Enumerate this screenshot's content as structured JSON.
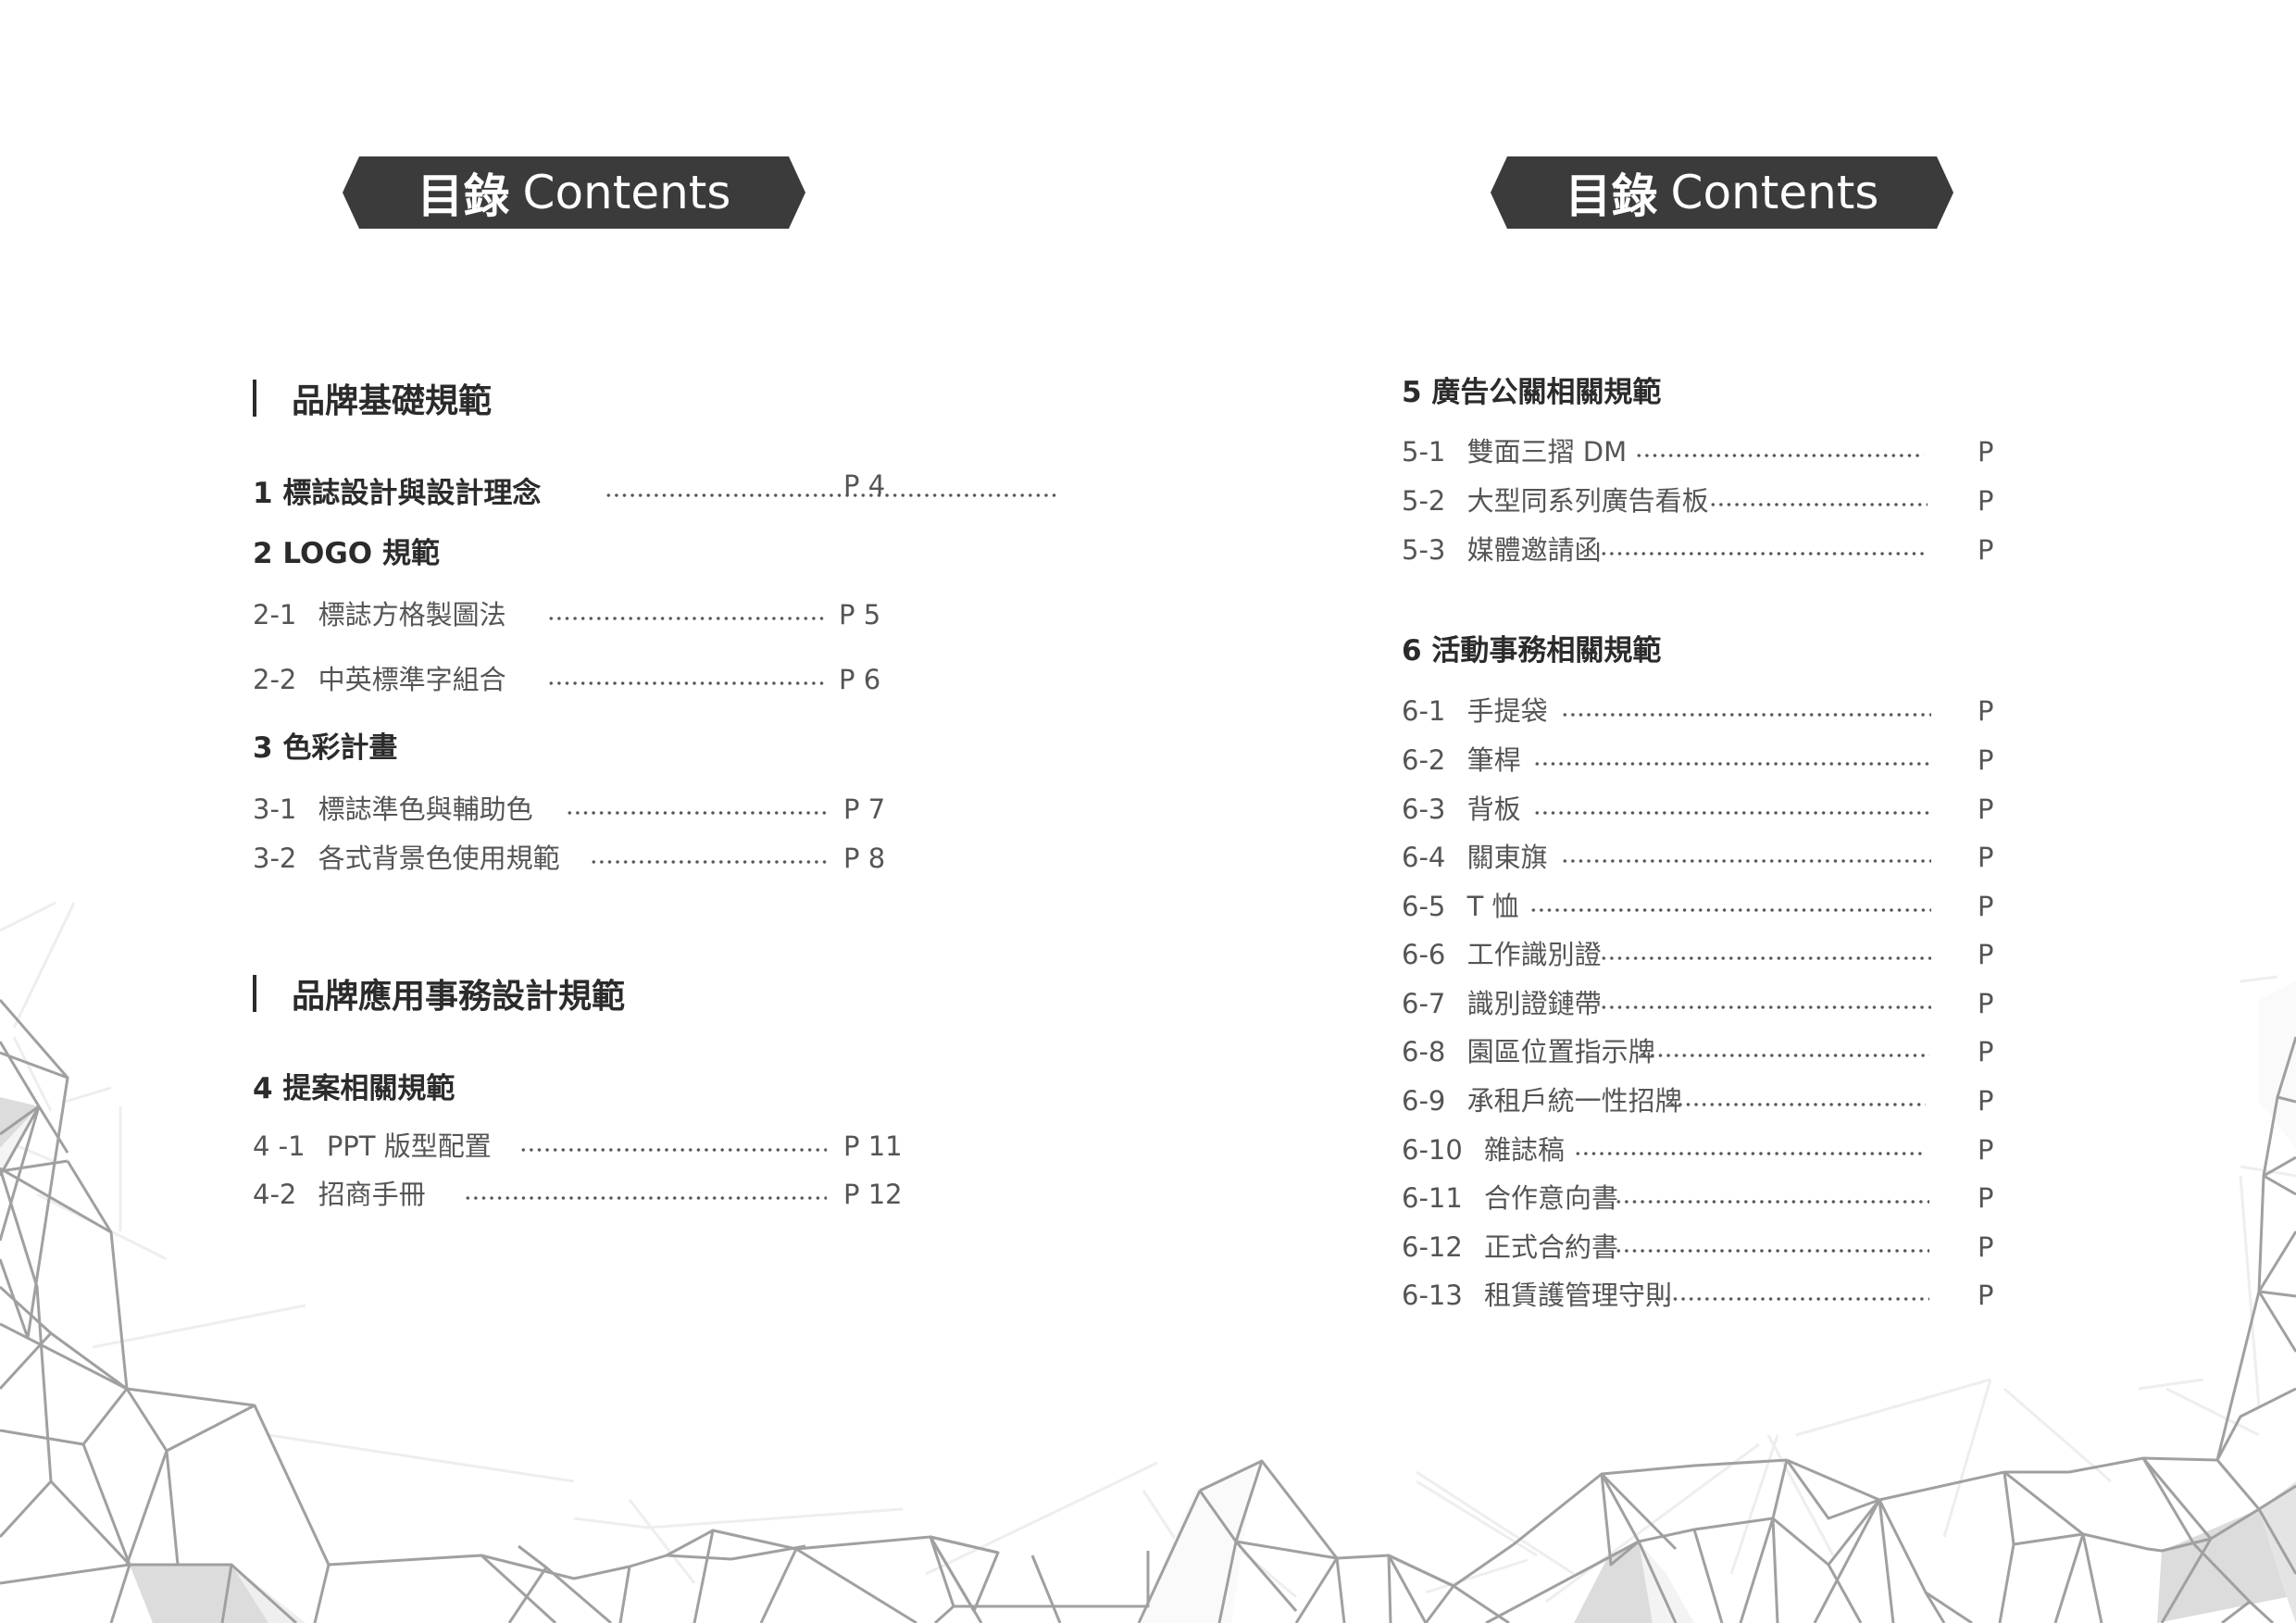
{
  "colors": {
    "banner_bg": "#3b3b3b",
    "banner_text": "#ffffff",
    "heading_text": "#2b2b2b",
    "entry_text": "#555555",
    "line_art": "#9a9a9a"
  },
  "left_page": {
    "banner": {
      "cjk": "目錄",
      "latin": "Contents"
    },
    "parts": [
      {
        "title": "品牌基礎規範"
      },
      {
        "title": "品牌應用事務設計規範"
      }
    ],
    "chapters": [
      {
        "label": "1  標誌設計與設計理念",
        "page": "P 4"
      },
      {
        "label": "2  LOGO 規範"
      },
      {
        "label": "3  色彩計畫"
      },
      {
        "label": "4 提案相關規範"
      }
    ],
    "entries": [
      {
        "num": "2-1",
        "title": "標誌方格製圖法",
        "page": "P 5"
      },
      {
        "num": "2-2",
        "title": "中英標準字組合",
        "page": "P 6"
      },
      {
        "num": "3-1",
        "title": "標誌準色與輔助色",
        "page": "P 7"
      },
      {
        "num": "3-2",
        "title": "各式背景色使用規範",
        "page": "P 8"
      },
      {
        "num": "4 -1",
        "title": "PPT 版型配置",
        "page": "P 11"
      },
      {
        "num": "4-2",
        "title": " 招商手冊",
        "page": "P 12"
      }
    ]
  },
  "right_page": {
    "banner": {
      "cjk": "目錄",
      "latin": "Contents"
    },
    "chapters": [
      {
        "label": "5 廣告公關相關規範"
      },
      {
        "label": "6  活動事務相關規範"
      }
    ],
    "entries": [
      {
        "num": "5-1",
        "title": "雙面三摺 DM",
        "page": "P"
      },
      {
        "num": "5-2",
        "title": "大型同系列廣告看板",
        "page": "P"
      },
      {
        "num": "5-3",
        "title": "媒體邀請函",
        "page": "P"
      },
      {
        "num": "6-1",
        "title": "手提袋",
        "page": "P"
      },
      {
        "num": "6-2",
        "title": "筆桿",
        "page": "P"
      },
      {
        "num": "6-3",
        "title": "背板",
        "page": "P"
      },
      {
        "num": "6-4",
        "title": "關東旗",
        "page": "P"
      },
      {
        "num": "6-5",
        "title": "T 恤",
        "page": "P"
      },
      {
        "num": "6-6",
        "title": "工作識別證",
        "page": "P"
      },
      {
        "num": "6-7",
        "title": "識別證鏈帶",
        "page": "P"
      },
      {
        "num": "6-8",
        "title": "園區位置指示牌",
        "page": "P"
      },
      {
        "num": "6-9",
        "title": "承租戶統一性招牌",
        "page": "P"
      },
      {
        "num": "6-10",
        "title": "雜誌稿",
        "page": "P"
      },
      {
        "num": "6-11",
        "title": "合作意向書",
        "page": "P"
      },
      {
        "num": "6-12",
        "title": "正式合約書",
        "page": "P"
      },
      {
        "num": "6-13",
        "title": "租賃護管理守則",
        "page": "P"
      }
    ]
  }
}
